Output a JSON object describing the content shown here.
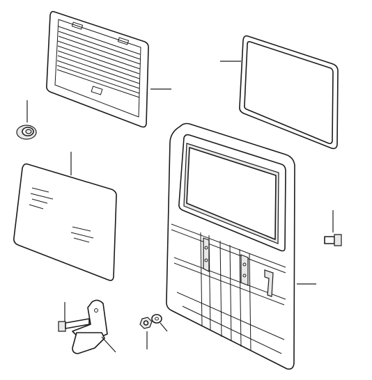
{
  "diagram": {
    "background": "#ffffff",
    "line_color": "#1a1a1a",
    "parts": [
      {
        "id": "rear-window-frame-seal",
        "icon": "window-seal"
      },
      {
        "id": "rear-window-demister-glass",
        "icon": "heated-glass"
      },
      {
        "id": "side-glass",
        "icon": "glass-pane"
      },
      {
        "id": "grommet",
        "icon": "grommet"
      },
      {
        "id": "rear-door-shell",
        "icon": "door-frame"
      },
      {
        "id": "bolt-right",
        "icon": "bolt"
      },
      {
        "id": "striker-bracket",
        "icon": "bracket"
      },
      {
        "id": "bolt-left",
        "icon": "bolt"
      },
      {
        "id": "nut",
        "icon": "nut"
      },
      {
        "id": "washer",
        "icon": "washer"
      }
    ]
  }
}
